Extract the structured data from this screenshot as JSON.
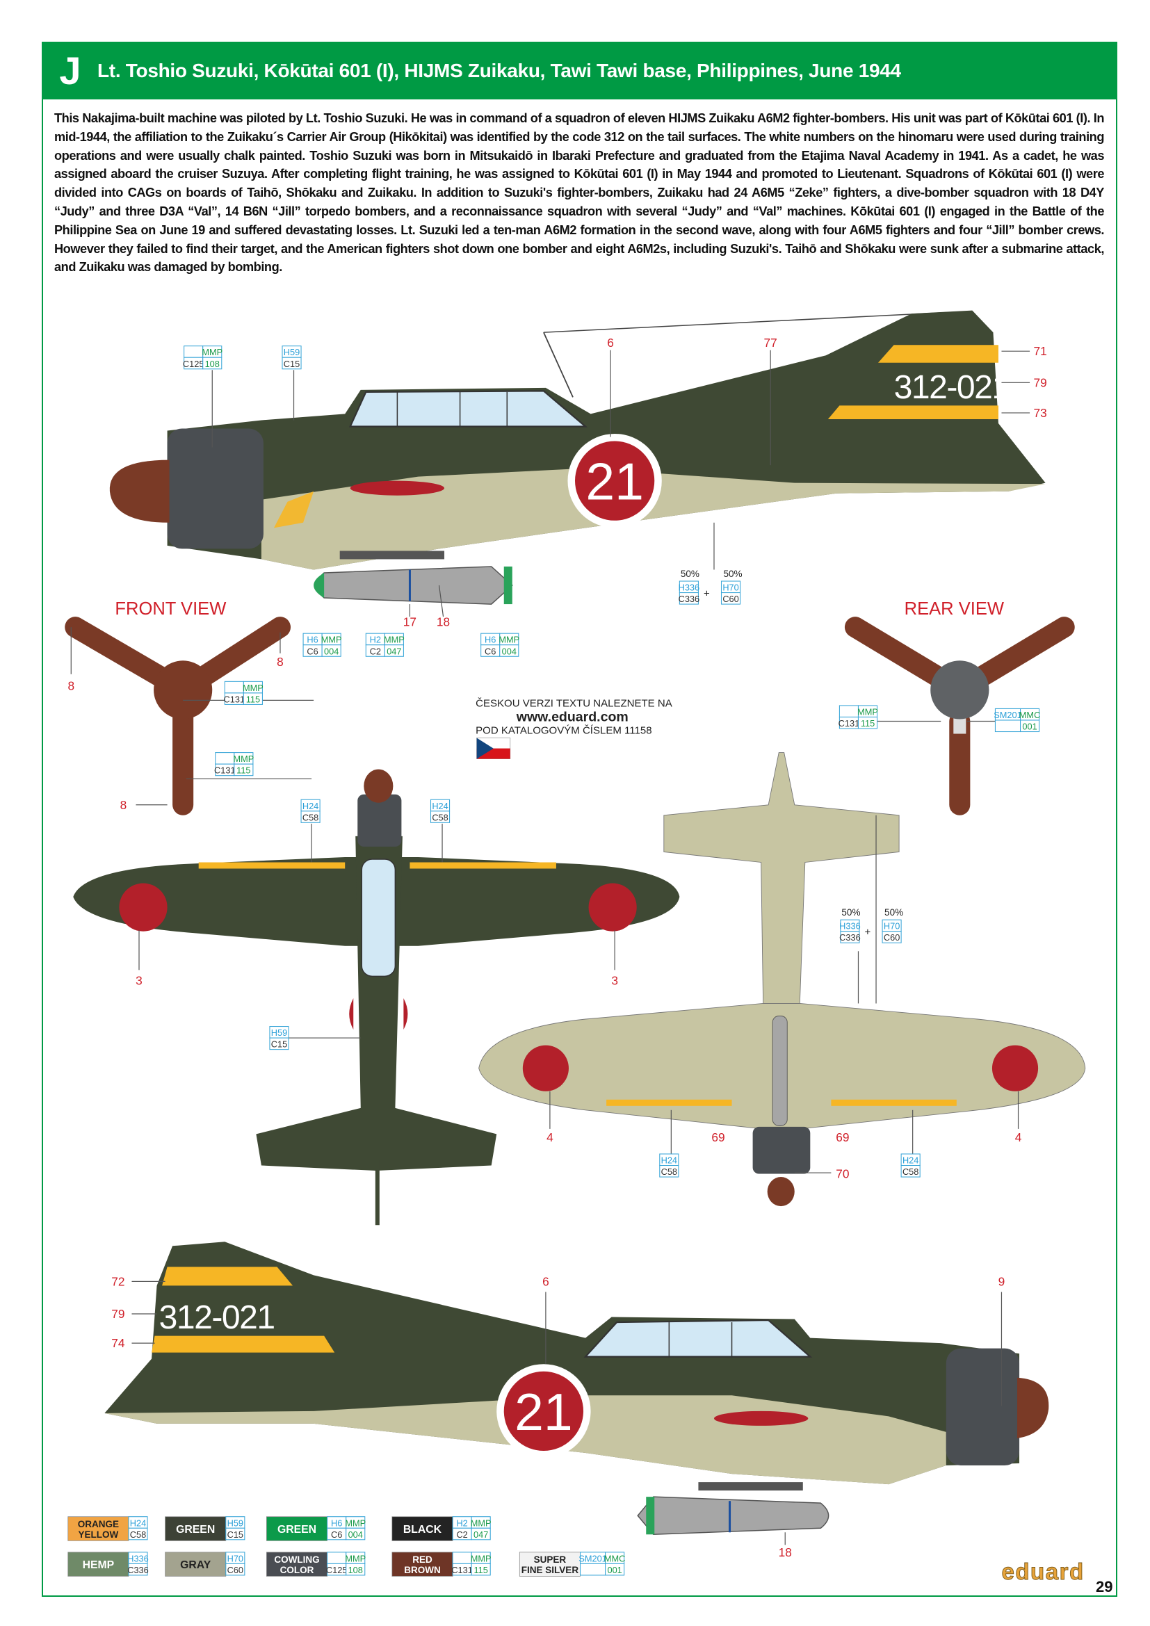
{
  "header": {
    "letter": "J",
    "title": "Lt. Toshio Suzuki, Kōkūtai 601 (I), HIJMS Zuikaku, Tawi Tawi base, Philippines, June 1944"
  },
  "description": "This  Nakajima-built machine was piloted by Lt. Toshio Suzuki. He was in command of a squadron of eleven HIJMS Zuikaku A6M2 fighter-bombers. His unit was part of Kōkūtai 601 (I). In mid-1944, the affiliation to the Zuikaku´s Carrier Air Group (Hikōkitai) was identified by the code 312 on the tail surfaces. The white numbers on the hinomaru were used during training operations and were usually chalk painted. Toshio Suzuki was born in Mitsukaidō in Ibaraki Prefecture and graduated from the Etajima Naval Academy in 1941. As a cadet, he was assigned aboard the cruiser Suzuya. After completing flight training, he was assigned to Kōkūtai 601 (I) in May 1944 and promoted to Lieutenant. Squadrons of Kōkūtai 601 (I) were divided into CAGs on boards of Taihō, Shōkaku and Zuikaku. In addition to Suzuki's fighter-bombers, Zuikaku had 24 A6M5 “Zeke” fighters, a dive-bomber squadron with 18 D4Y “Judy” and three D3A “Val”, 14 B6N “Jill” torpedo bombers, and a reconnaissance squadron with several “Judy” and “Val” machines. Kōkūtai 601 (I) engaged in the Battle of the Philippine Sea on June 19 and suffered devastating losses. Lt. Suzuki led a ten-man A6M2 formation in the second wave, along with four A6M5 fighters and four “Jill” bomber crews. However they failed to find their target, and the American fighters shot down one bomber and eight A6M2s, including Suzuki's. Taihō and Shōkaku were sunk after a submarine attack, and Zuikaku was damaged by bombing.",
  "views": {
    "front": "FRONT VIEW",
    "rear": "REAR VIEW"
  },
  "aircraft": {
    "tail_code": "312-021",
    "hinomaru_number": "21"
  },
  "czech_note": {
    "line1": "ČESKOU VERZI TEXTU NALEZNETE NA",
    "url": "www.eduard.com",
    "line2": "POD KATALOGOVÝM ČÍSLEM 11158"
  },
  "callouts": [
    {
      "cols": [
        {
          "t": "",
          "b": "C125"
        },
        {
          "t": "MMP",
          "b": "108"
        }
      ]
    },
    {
      "cols": [
        {
          "t": "H59",
          "b": "C15"
        }
      ]
    },
    {
      "pct": [
        "50%",
        "50%"
      ],
      "plus": "+",
      "cols": [
        {
          "t": "H336",
          "b": "C336"
        },
        {
          "t": "H70",
          "b": "C60"
        }
      ]
    },
    {
      "cols": [
        {
          "t": "H6",
          "b": "C6"
        },
        {
          "t": "MMP",
          "b": "004"
        }
      ]
    },
    {
      "cols": [
        {
          "t": "H2",
          "b": "C2"
        },
        {
          "t": "MMP",
          "b": "047"
        }
      ]
    },
    {
      "cols": [
        {
          "t": "H6",
          "b": "C6"
        },
        {
          "t": "MMP",
          "b": "004"
        }
      ]
    },
    {
      "cols": [
        {
          "t": "",
          "b": "C131"
        },
        {
          "t": "MMP",
          "b": "115"
        }
      ]
    },
    {
      "cols": [
        {
          "t": "",
          "b": "C131"
        },
        {
          "t": "MMP",
          "b": "115"
        }
      ]
    },
    {
      "cols": [
        {
          "t": "",
          "b": "C131"
        },
        {
          "t": "MMP",
          "b": "115"
        }
      ]
    },
    {
      "cols": [
        {
          "t": "SM201",
          "b": ""
        },
        {
          "t": "MMC",
          "b": "001"
        }
      ]
    },
    {
      "cols": [
        {
          "t": "H24",
          "b": "C58"
        }
      ]
    },
    {
      "cols": [
        {
          "t": "H24",
          "b": "C58"
        }
      ]
    },
    {
      "pct": [
        "50%",
        "50%"
      ],
      "plus": "+",
      "cols": [
        {
          "t": "H336",
          "b": "C336"
        },
        {
          "t": "H70",
          "b": "C60"
        }
      ]
    },
    {
      "cols": [
        {
          "t": "H59",
          "b": "C15"
        }
      ]
    },
    {
      "cols": [
        {
          "t": "H24",
          "b": "C58"
        }
      ]
    },
    {
      "cols": [
        {
          "t": "H24",
          "b": "C58"
        }
      ]
    }
  ],
  "markers": [
    "6",
    "77",
    "71",
    "79",
    "73",
    "17",
    "18",
    "8",
    "8",
    "8",
    "3",
    "3",
    "4",
    "69",
    "69",
    "4",
    "70",
    "72",
    "6",
    "9",
    "79",
    "74",
    "18"
  ],
  "legend": [
    {
      "label": [
        "ORANGE",
        "YELLOW"
      ],
      "swatch": "#f1a443",
      "ink": "#222",
      "cols": [
        {
          "t": "H24",
          "b": "C58"
        }
      ]
    },
    {
      "label": [
        "GREEN"
      ],
      "swatch": "#3d4236",
      "ink": "#fff",
      "cols": [
        {
          "t": "H59",
          "b": "C15"
        }
      ]
    },
    {
      "label": [
        "GREEN"
      ],
      "swatch": "#0c9a4a",
      "ink": "#fff",
      "cols": [
        {
          "t": "H6",
          "b": "C6"
        },
        {
          "t": "MMP",
          "b": "004"
        }
      ]
    },
    {
      "label": [
        "BLACK"
      ],
      "swatch": "#232323",
      "ink": "#fff",
      "cols": [
        {
          "t": "H2",
          "b": "C2"
        },
        {
          "t": "MMP",
          "b": "047"
        }
      ]
    },
    {
      "label": [
        "HEMP"
      ],
      "swatch": "#6f8a68",
      "ink": "#fff",
      "cols": [
        {
          "t": "H336",
          "b": "C336"
        }
      ]
    },
    {
      "label": [
        "GRAY"
      ],
      "swatch": "#a3a38f",
      "ink": "#222",
      "cols": [
        {
          "t": "H70",
          "b": "C60"
        }
      ]
    },
    {
      "label": [
        "COWLING",
        "COLOR"
      ],
      "swatch": "#4a4d53",
      "ink": "#fff",
      "cols": [
        {
          "t": "",
          "b": "C125"
        },
        {
          "t": "MMP",
          "b": "108"
        }
      ]
    },
    {
      "label": [
        "RED",
        "BROWN"
      ],
      "swatch": "#6e3526",
      "ink": "#fff",
      "cols": [
        {
          "t": "",
          "b": "C131"
        },
        {
          "t": "MMP",
          "b": "115"
        }
      ]
    },
    {
      "label": [
        "SUPER",
        "FINE SILVER"
      ],
      "swatch": "#f2f2f2",
      "ink": "#222",
      "cols": [
        {
          "t": "SM201",
          "b": ""
        },
        {
          "t": "MMC",
          "b": "001"
        }
      ]
    }
  ],
  "brand": "eduard",
  "page_number": "29",
  "colors": {
    "accent": "#009a44",
    "dark_green": "#3f4934",
    "underside": "#c7c5a2",
    "hinomaru": "#b3202a",
    "yellow": "#f6b625",
    "cowling": "#4a4e52",
    "prop": "#7a3a26",
    "marker_red": "#d0202a"
  }
}
